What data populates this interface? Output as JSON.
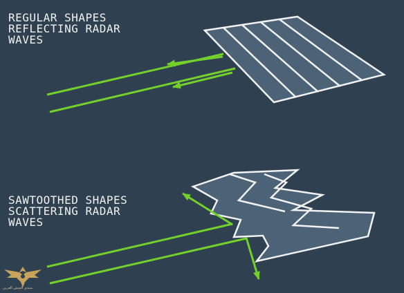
{
  "captions": {
    "regular": [
      "REGULAR SHAPES",
      "REFLECTING RADAR",
      "WAVES"
    ],
    "sawtoothed": [
      "SAWTOOTHED SHAPES",
      "SCATTERING RADAR",
      "WAVES"
    ]
  },
  "logo_text": "منتدى الجيش العربي",
  "colors": {
    "background": "#2f4150",
    "panel_fill": "#4b6277",
    "panel_outline": "#f3f3f3",
    "wave": "#74d12c",
    "text": "#f2f2f2"
  },
  "icons": [
    "eagle-emblem-icon"
  ]
}
